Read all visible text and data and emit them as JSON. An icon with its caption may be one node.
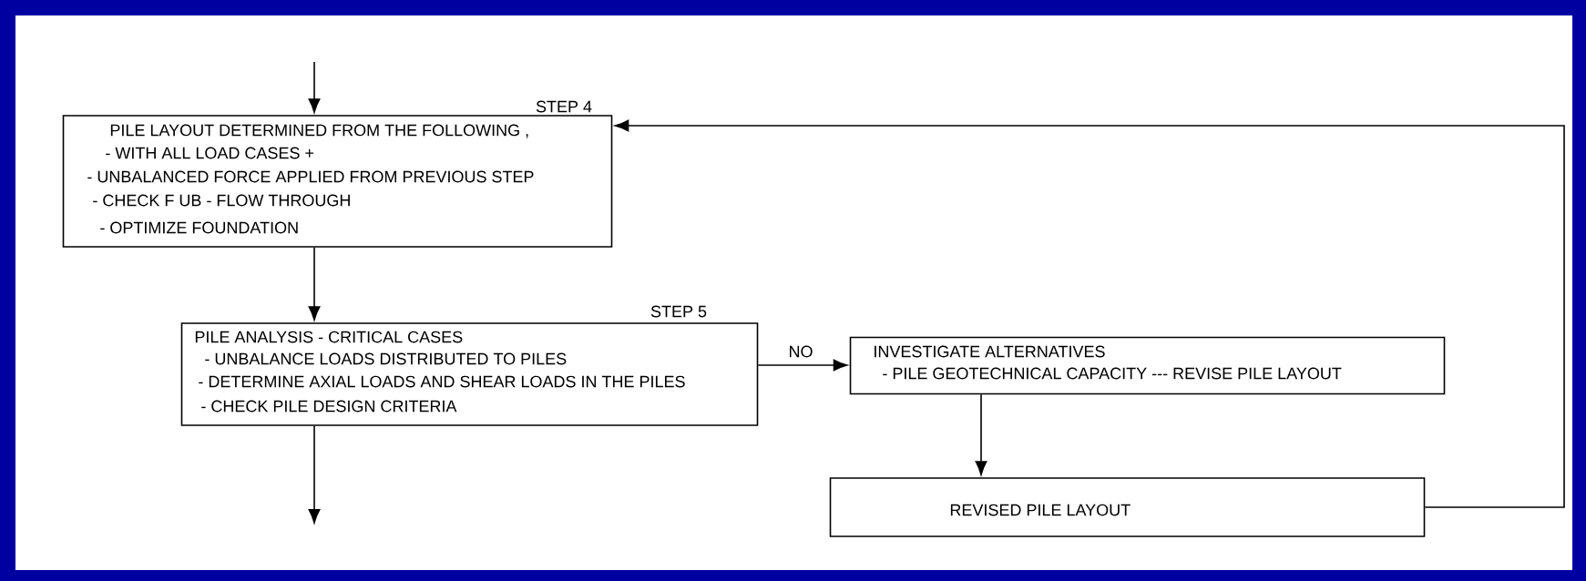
{
  "diagram": {
    "nodes": [
      {
        "text": [
          "PILE LAYOUT DETERMINED FROM THE FOLLOWING ,",
          "- WITH ALL LOAD CASES +",
          "- UNBALANCED FORCE APPLIED FROM PREVIOUS STEP",
          "- CHECK F UB - FLOW THROUGH",
          "- OPTIMIZE FOUNDATION"
        ],
        "beside": [
          "STEP 4"
        ]
      },
      {
        "text": [
          "PILE ANALYSIS - CRITICAL CASES",
          "- UNBALANCE LOADS DISTRIBUTED TO PILES",
          "- DETERMINE AXIAL LOADS AND SHEAR LOADS IN THE PILES",
          "- CHECK PILE DESIGN CRITERIA"
        ],
        "beside": [
          "STEP 5"
        ]
      },
      {
        "text": [
          "INVESTIGATE ALTERNATIVES",
          "- PILE GEOTECHNICAL CAPACITY --- REVISE PILE LAYOUT"
        ]
      },
      {
        "text": [
          "REVISED PILE LAYOUT"
        ]
      }
    ],
    "edges": [
      {
        "from": null,
        "to": 0,
        "arrow": "to"
      },
      {
        "from": 0,
        "to": 1,
        "arrow": "to"
      },
      {
        "from": 1,
        "to": 2,
        "arrow": "to",
        "label": "NO"
      },
      {
        "from": 2,
        "to": 3,
        "arrow": "to"
      },
      {
        "from": 3,
        "to": 0,
        "arrow": "to"
      },
      {
        "from": 1,
        "to": null,
        "arrow": "to"
      }
    ]
  }
}
